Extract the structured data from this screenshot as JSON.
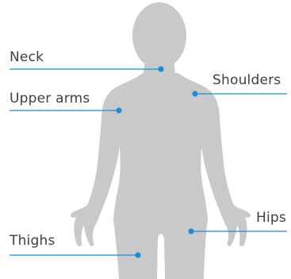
{
  "colors": {
    "body": "#c9c9c9",
    "accent": "#1f8bd0",
    "text": "#3f3f3f"
  },
  "labels": {
    "neck": "Neck",
    "upper_arms": "Upper arms",
    "shoulders": "Shoulders",
    "hips": "Hips",
    "thighs": "Thighs"
  }
}
